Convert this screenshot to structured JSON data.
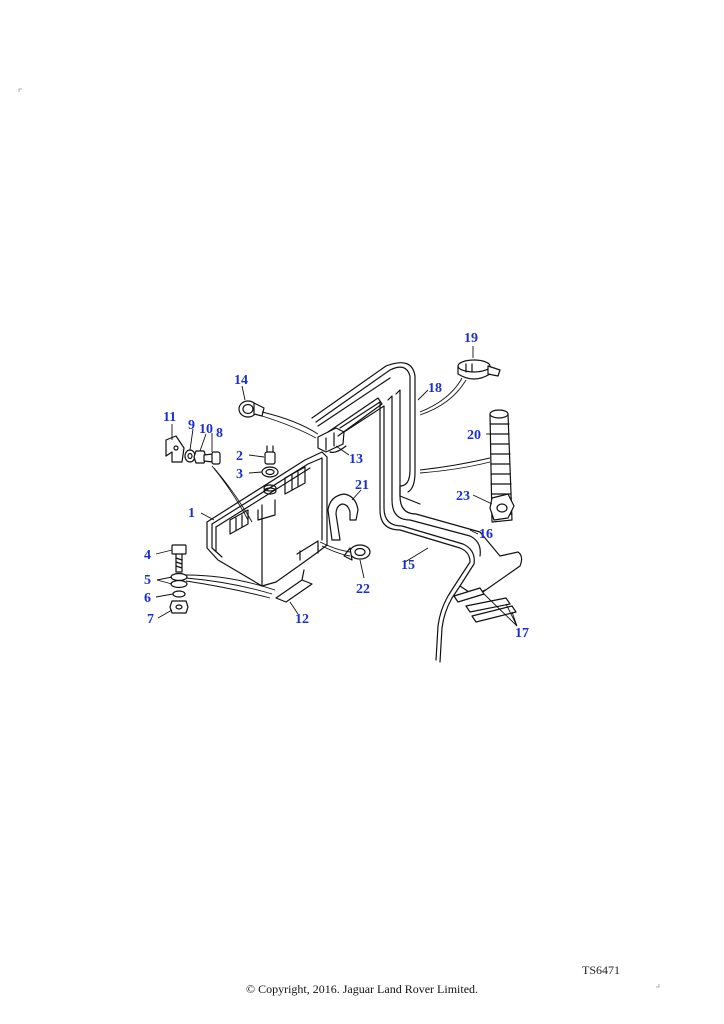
{
  "callouts": {
    "c1": "1",
    "c2": "2",
    "c3": "3",
    "c4": "4",
    "c5": "5",
    "c6": "6",
    "c7": "7",
    "c8": "8",
    "c9": "9",
    "c10": "10",
    "c11": "11",
    "c12": "12",
    "c13": "13",
    "c14": "14",
    "c15": "15",
    "c16": "16",
    "c17": "17",
    "c18": "18",
    "c19": "19",
    "c20": "20",
    "c21": "21",
    "c22": "22",
    "c23": "23"
  },
  "reference_code": "TS6471",
  "copyright": "© Copyright, 2016. Jaguar Land Rover Limited.",
  "colors": {
    "callout": "#1a2fd0",
    "line": "#111111"
  }
}
